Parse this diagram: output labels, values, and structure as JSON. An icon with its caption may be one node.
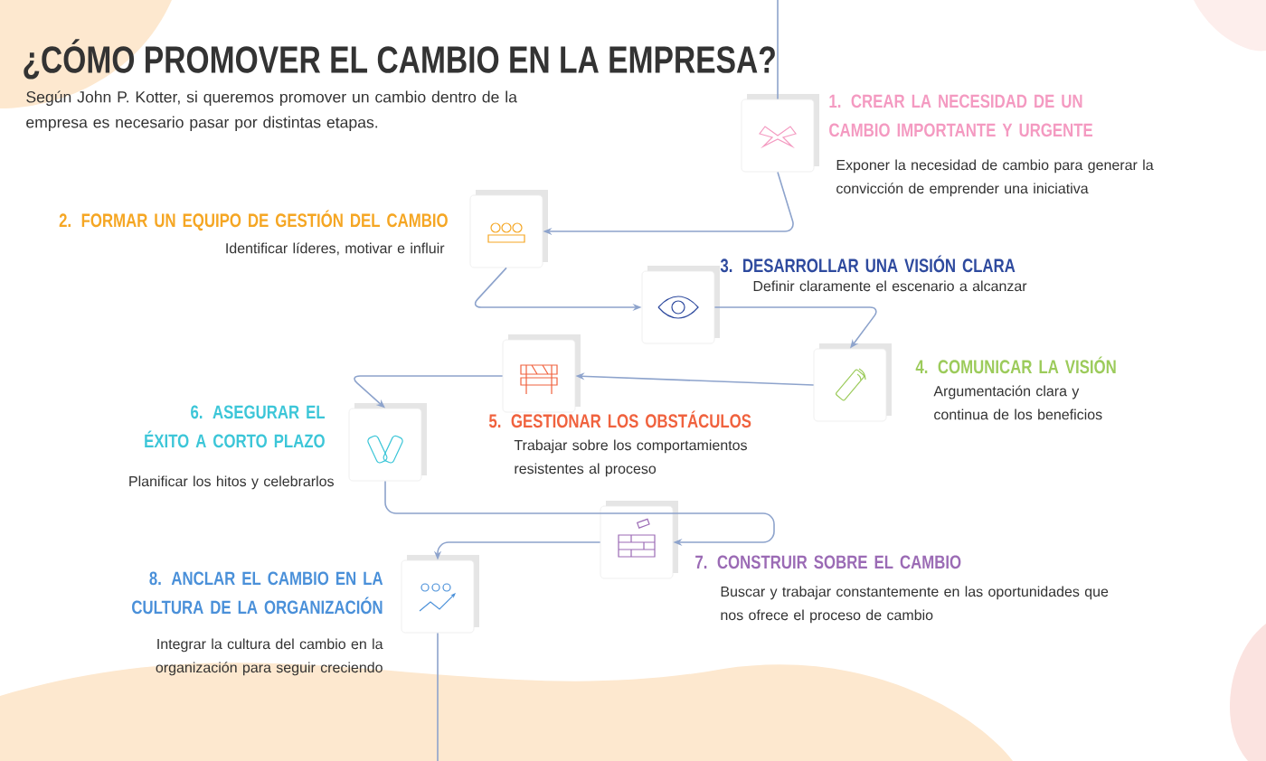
{
  "diagram": {
    "title": "¿CÓMO PROMOVER EL CAMBIO EN LA EMPRESA?",
    "nodes": [
      {
        "text": [
          "1. CREAR LA NECESIDAD DE UN CAMBIO IMPORTANTE Y URGENTE",
          "Exponer la necesidad de cambio para generar la convicción de emprender una iniciativa"
        ]
      },
      {
        "text": [
          "2. FORMAR UN EQUIPO DE GESTIÓN DEL CAMBIO",
          "Identificar líderes, motivar e influir"
        ]
      },
      {
        "text": [
          "3. DESARROLLAR UNA VISIÓN CLARA",
          "Definir claramente el escenario a alcanzar"
        ]
      },
      {
        "text": [
          "4. COMUNICAR LA VISIÓN",
          "Argumentación clara y continua de los beneficios"
        ]
      },
      {
        "text": [
          "5. GESTIONAR LOS OBSTÁCULOS",
          "Trabajar sobre los comportamientos resistentes al proceso"
        ]
      },
      {
        "text": [
          "6. ASEGURAR EL ÉXITO A CORTO PLAZO",
          "Planificar los hitos y celebrarlos"
        ]
      },
      {
        "text": [
          "7. CONSTRUIR SOBRE EL CAMBIO",
          "Buscar y trabajar constantemente en las oportunidades que nos ofrece el proceso de cambio"
        ]
      },
      {
        "text": [
          "8. ANCLAR EL CAMBIO EN LA CULTURA DE LA ORGANIZACIÓN",
          "Integrar la cultura del cambio en la organización para seguir creciendo"
        ]
      }
    ],
    "edges": [
      {
        "from": null,
        "to": 0,
        "arrow": "none"
      },
      {
        "from": 0,
        "to": 1,
        "arrow": "to"
      },
      {
        "from": 1,
        "to": 2,
        "arrow": "to"
      },
      {
        "from": 2,
        "to": 3,
        "arrow": "to"
      },
      {
        "from": 3,
        "to": 4,
        "arrow": "to"
      },
      {
        "from": 4,
        "to": 5,
        "arrow": "to"
      },
      {
        "from": 5,
        "to": 6,
        "arrow": "to"
      },
      {
        "from": 6,
        "to": 7,
        "arrow": "to"
      },
      {
        "from": 7,
        "to": null,
        "arrow": "none"
      }
    ],
    "labels": [
      "Según John P. Kotter, si queremos promover un cambio dentro de la empresa es necesario pasar por distintas etapas."
    ]
  }
}
